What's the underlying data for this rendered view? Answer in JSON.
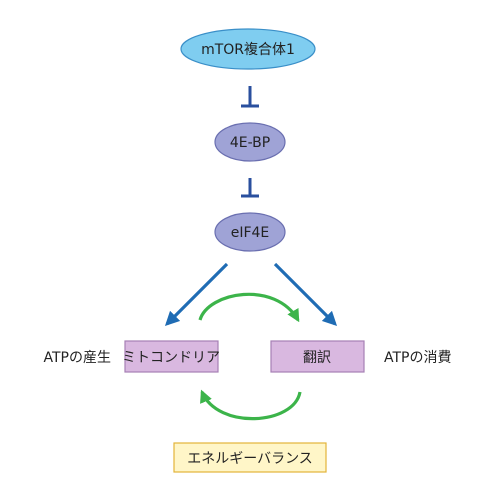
{
  "nodes": {
    "mtor": "mTOR複合体1",
    "fourebp": "4E-BP",
    "eif4e": "eIF4E",
    "mitochondria": "ミトコンドリア",
    "translation": "翻訳",
    "energy_balance": "エネルギーバランス"
  },
  "labels": {
    "atp_production": "ATPの産生",
    "atp_consumption": "ATPの消費"
  },
  "colors": {
    "mtor_fill": "#7fcdf0",
    "mtor_stroke": "#3a8fc8",
    "protein_fill": "#9fa3d6",
    "protein_stroke": "#6a6fb0",
    "box_fill": "#d9b8e0",
    "box_stroke": "#a680b5",
    "energy_fill": "#fff6c8",
    "energy_stroke": "#e2b43a",
    "inhibit": "#2a4f9e",
    "activate_arrow": "#1f6cb4",
    "cycle_arrow": "#3cb44a"
  }
}
